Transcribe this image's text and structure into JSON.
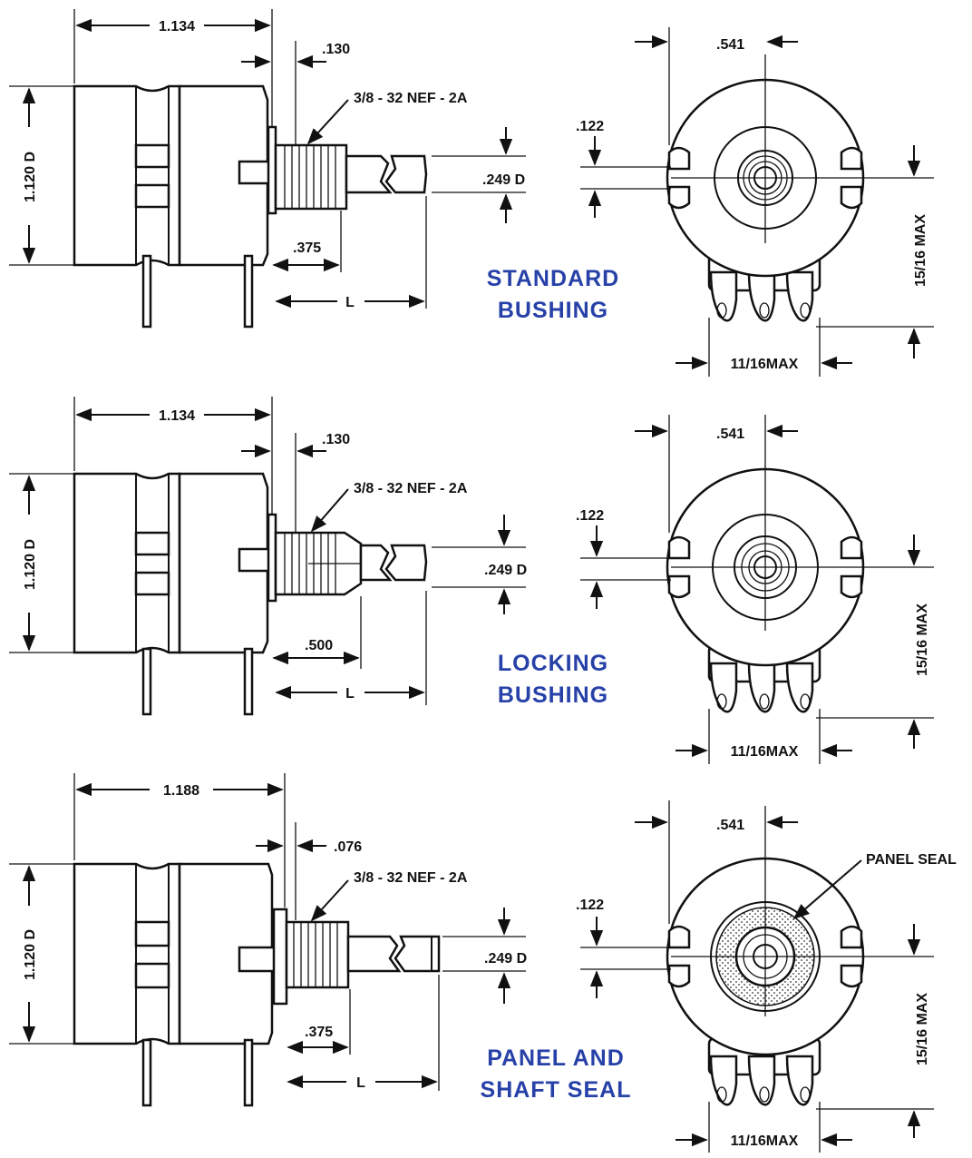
{
  "views": [
    {
      "title_line1": "STANDARD",
      "title_line2": "BUSHING",
      "body_length": "1.134",
      "flange": ".130",
      "thread": "3/8 - 32 NEF - 2A",
      "diameter": "1.120 D",
      "shaft_diameter": ".249 D",
      "bushing_length": ".375",
      "shaft_length": "L",
      "center_offset": ".541",
      "slot_width": ".122",
      "height": "15/16 MAX",
      "width": "11/16MAX"
    },
    {
      "title_line1": "LOCKING",
      "title_line2": "BUSHING",
      "body_length": "1.134",
      "flange": ".130",
      "thread": "3/8 - 32 NEF - 2A",
      "diameter": "1.120 D",
      "shaft_diameter": ".249 D",
      "bushing_length": ".500",
      "shaft_length": "L",
      "center_offset": ".541",
      "slot_width": ".122",
      "height": "15/16 MAX",
      "width": "11/16MAX"
    },
    {
      "title_line1": "PANEL AND",
      "title_line2": "SHAFT SEAL",
      "body_length": "1.188",
      "flange": ".076",
      "thread": "3/8 - 32 NEF - 2A",
      "diameter": "1.120 D",
      "shaft_diameter": ".249 D",
      "bushing_length": ".375",
      "shaft_length": "L",
      "center_offset": ".541",
      "slot_width": ".122",
      "height": "15/16 MAX",
      "width": "11/16MAX",
      "seal_label": "PANEL SEAL"
    }
  ],
  "colors": {
    "title": "#2741a8",
    "line": "#111111"
  }
}
